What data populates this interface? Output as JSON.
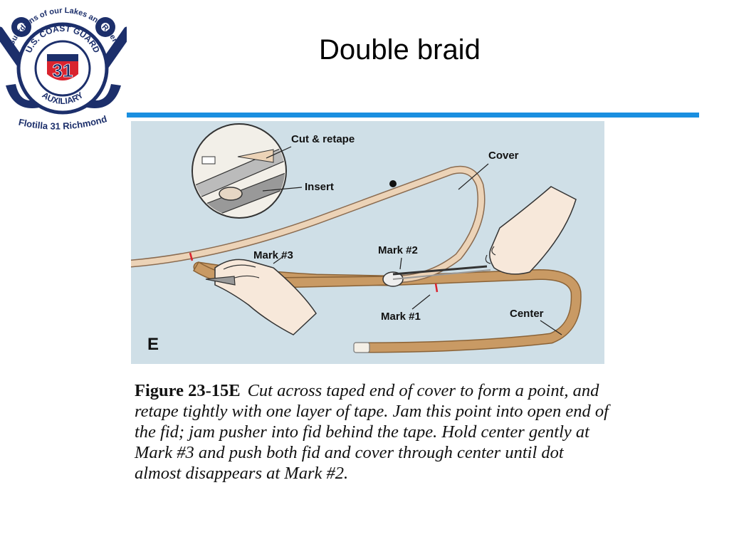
{
  "slide": {
    "title": "Double braid"
  },
  "logo": {
    "top_text": "Guardians of our Lakes and Rivers",
    "ring_top": "U.S. COAST GUARD",
    "ring_bottom": "AUXILIARY",
    "number": "31",
    "bottom_text": "Flotilla 31 Richmond",
    "colors": {
      "navy": "#1c2f6b",
      "red": "#d9232e",
      "white": "#ffffff"
    }
  },
  "figure": {
    "panel_letter": "E",
    "labels": {
      "cut_retape": "Cut & retape",
      "insert": "Insert",
      "cover": "Cover",
      "mark3": "Mark #3",
      "mark2": "Mark #2",
      "mark1": "Mark #1",
      "center": "Center"
    },
    "colors": {
      "background": "#cfdfe7",
      "cover_rope": "#ecd3b7",
      "center_rope": "#c99a64",
      "hand": "#f7e8da",
      "rule": "#1a8fe0"
    }
  },
  "caption": {
    "figure_ref": "Figure 23-15E",
    "text": "Cut across taped end of cover to form a point, and retape tightly with one layer of tape. Jam this point into open end of the fid; jam pusher into fid behind the tape. Hold center gently at Mark #3 and push both fid and cover through center until dot almost disappears at Mark #2."
  }
}
